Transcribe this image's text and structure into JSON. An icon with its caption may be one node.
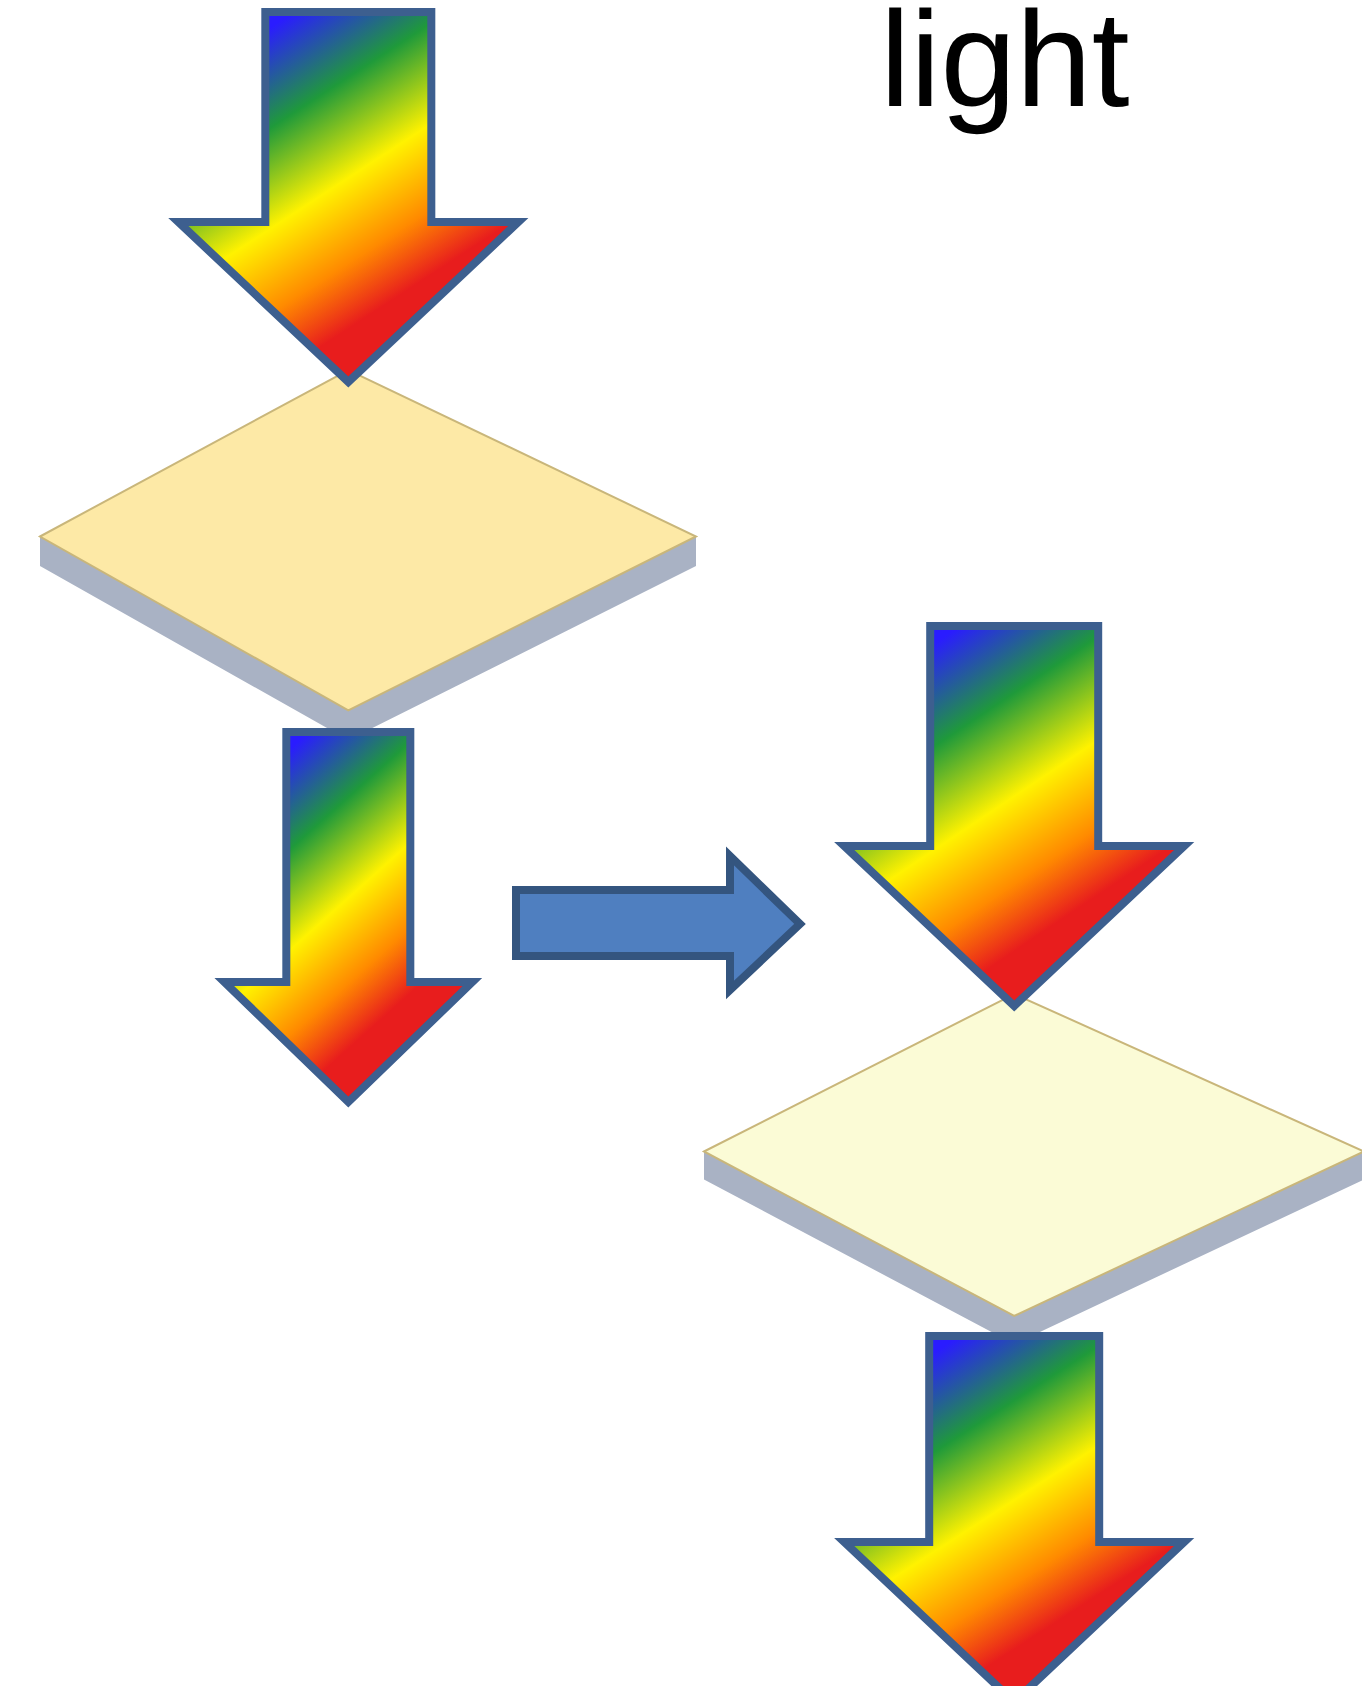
{
  "diagram": {
    "nodes": [
      {
        "text": [],
        "shape": "diamond"
      },
      {
        "text": [],
        "shape": "diamond"
      }
    ],
    "edges": [
      {
        "from": null,
        "to": 0,
        "arrow": "to"
      },
      {
        "from": 0,
        "to": null,
        "arrow": "to"
      },
      {
        "from": null,
        "to": 1,
        "arrow": "to"
      },
      {
        "from": 1,
        "to": null,
        "arrow": "to"
      }
    ],
    "labels": [
      "light"
    ]
  }
}
